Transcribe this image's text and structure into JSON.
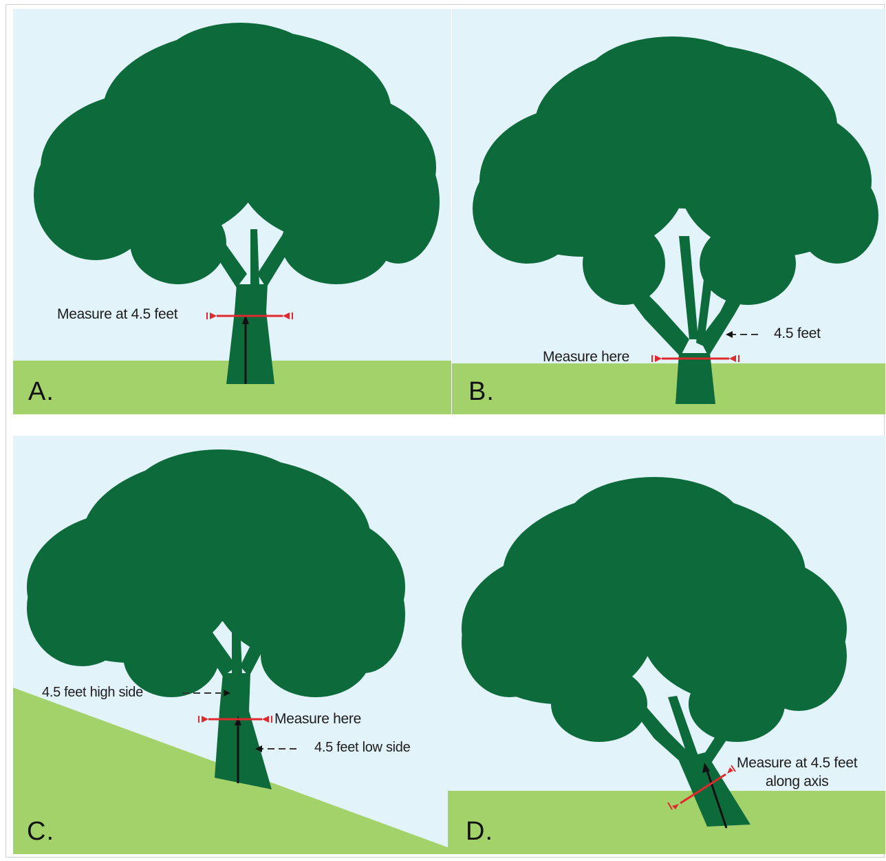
{
  "panels": {
    "a": {
      "label": "A.",
      "annotations": {
        "measure": "Measure at 4.5 feet"
      }
    },
    "b": {
      "label": "B.",
      "annotations": {
        "height": "4.5 feet",
        "measure": "Measure here"
      }
    },
    "c": {
      "label": "C.",
      "annotations": {
        "high_side": "4.5 feet high side",
        "measure": "Measure here",
        "low_side": "4.5 feet low side"
      }
    },
    "d": {
      "label": "D.",
      "annotations": {
        "measure_line1": "Measure at 4.5 feet",
        "measure_line2": "along axis"
      }
    }
  },
  "colors": {
    "sky": "#e3f3fa",
    "grass": "#a3d26b",
    "tree": "#0d6a3a",
    "measure_line": "#e1282c",
    "arrow": "#111111"
  },
  "icons": [
    "tree-illustration",
    "measure-arrow",
    "leader-arrow"
  ]
}
